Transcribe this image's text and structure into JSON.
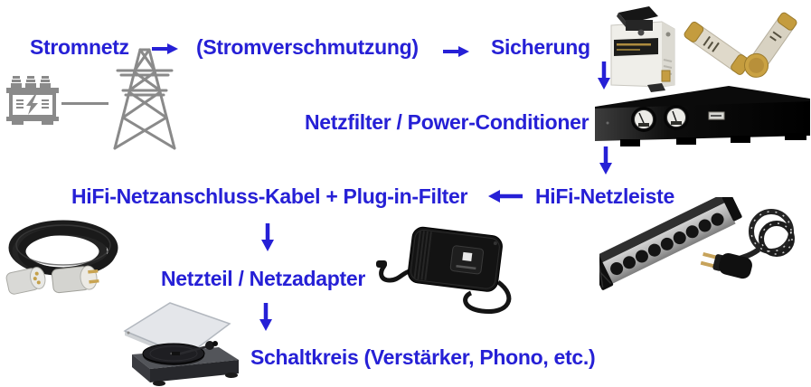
{
  "colors": {
    "accent": "#2620d6",
    "icon_gray": "#8a8a8a",
    "background": "#ffffff"
  },
  "diagram": {
    "type": "flow",
    "nodes": {
      "stromnetz": "Stromnetz",
      "stromverschmutzung": "(Stromverschmutzung)",
      "sicherung": "Sicherung",
      "netzfilter": "Netzfilter / Power-Conditioner",
      "kabel_filter": "HiFi-Netzanschluss-Kabel + Plug-in-Filter",
      "netzleiste": "HiFi-Netzleiste",
      "netzteil": "Netzteil / Netzadapter",
      "schaltkreis": "Schaltkreis (Verstärker, Phono, etc.)"
    },
    "flow_order": [
      "Stromnetz",
      "(Stromverschmutzung)",
      "Sicherung",
      "Netzfilter / Power-Conditioner",
      "HiFi-Netzleiste",
      "HiFi-Netzanschluss-Kabel + Plug-in-Filter",
      "Netzteil / Netzadapter",
      "Schaltkreis (Verstärker, Phono, etc.)"
    ],
    "images": [
      "transformer-substation-icon",
      "power-pylon-icon",
      "fuse-holder-photo",
      "audio-fuses-photo",
      "power-conditioner-photo",
      "power-strip-photo",
      "power-cable-photo",
      "power-adapter-photo",
      "turntable-photo"
    ]
  }
}
